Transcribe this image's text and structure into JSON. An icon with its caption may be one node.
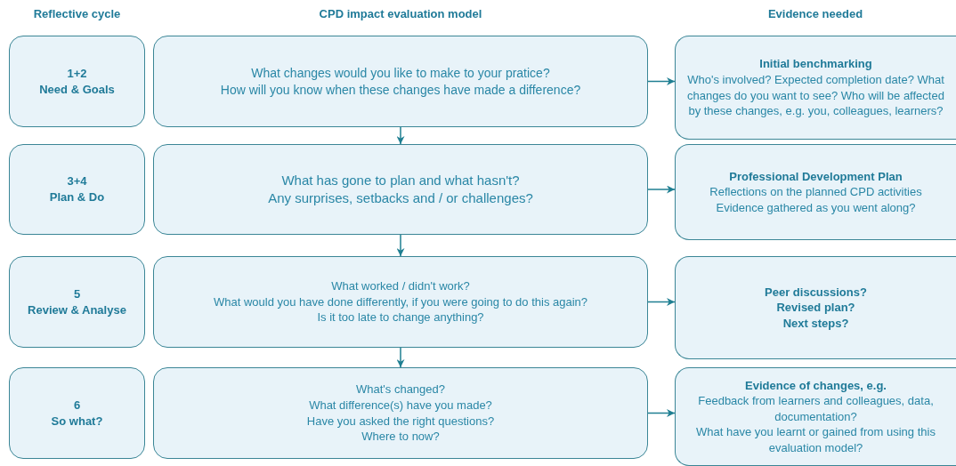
{
  "diagram": {
    "nodes": [
      {
        "text": [
          "1+2",
          "Need & Goals"
        ]
      },
      {
        "text": [
          "What changes would you like to make to your pratice?",
          "How will you know when these changes have made a difference?"
        ]
      },
      {
        "text": [
          "Initial benchmarking",
          "Who's involved? Expected completion date? What changes do you want to see? Who will be affected by these changes, e.g. you, colleagues, learners?"
        ]
      },
      {
        "text": [
          "3+4",
          "Plan & Do"
        ]
      },
      {
        "text": [
          "What has gone to plan and what hasn't?",
          "Any surprises, setbacks and / or challenges?"
        ]
      },
      {
        "text": [
          "Professional Development Plan",
          "Reflections on the planned CPD activities",
          "Evidence gathered as you went along?"
        ]
      },
      {
        "text": [
          "5",
          "Review & Analyse"
        ]
      },
      {
        "text": [
          "What worked / didn't work?",
          "What would you have done differently, if you were going to do this again?",
          "Is it too late to change anything?"
        ]
      },
      {
        "text": [
          "Peer discussions?",
          "Revised plan?",
          "Next steps?"
        ]
      },
      {
        "text": [
          "6",
          "So what?"
        ]
      },
      {
        "text": [
          "What's changed?",
          "What difference(s) have you made?",
          "Have you asked the right questions?",
          "Where to now?"
        ]
      },
      {
        "text": [
          "Evidence of changes, e.g.",
          "Feedback from learners and colleagues, data, documentation?",
          "What have you learnt or gained from using this evaluation model?"
        ]
      }
    ],
    "edges": [
      {
        "from": 1,
        "to": 4,
        "arrow": "to"
      },
      {
        "from": 4,
        "to": 7,
        "arrow": "to"
      },
      {
        "from": 7,
        "to": 10,
        "arrow": "to"
      },
      {
        "from": 1,
        "to": 2,
        "arrow": "to"
      },
      {
        "from": 4,
        "to": 5,
        "arrow": "to"
      },
      {
        "from": 7,
        "to": 8,
        "arrow": "to"
      },
      {
        "from": 10,
        "to": 11,
        "arrow": "to"
      }
    ],
    "labels": [
      "Reflective cycle",
      "CPD impact evaluation model",
      "Evidence needed"
    ]
  }
}
